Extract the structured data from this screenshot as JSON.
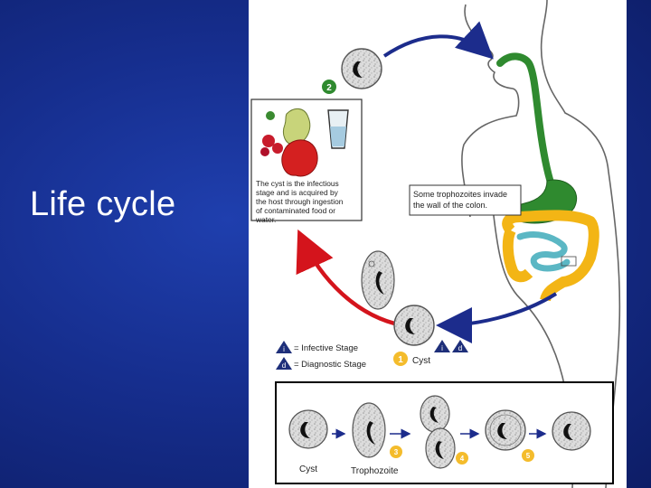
{
  "slide": {
    "title": "Life cycle",
    "background_color": "#1a35a0"
  },
  "diagram": {
    "ingestion_note": [
      "The cyst is the infectious",
      "stage and is acquired by",
      "the host through ingestion",
      "of contaminated food or",
      "water."
    ],
    "colon_note": [
      "Some trophozoites invade",
      "the wall of the colon."
    ],
    "legend": {
      "infective_marker": "i",
      "infective_label": "= Infective Stage",
      "diagnostic_marker": "d",
      "diagnostic_label": "= Diagnostic Stage"
    },
    "step_badges": {
      "two": "2",
      "one": "1",
      "three": "3",
      "four": "4",
      "five": "5"
    },
    "cyst_label": "Cyst",
    "bottom_labels": {
      "cyst": "Cyst",
      "trophozoite": "Trophozoite"
    },
    "colors": {
      "arrow_blue": "#1c2c8c",
      "arrow_red": "#d4141c",
      "digestive_green": "#2f8a2f",
      "colon_yellow": "#f3b515",
      "intestine_teal": "#5bb7c4",
      "badge_gold": "#f4bc2c",
      "legend_navy": "#1e2f7a"
    }
  }
}
